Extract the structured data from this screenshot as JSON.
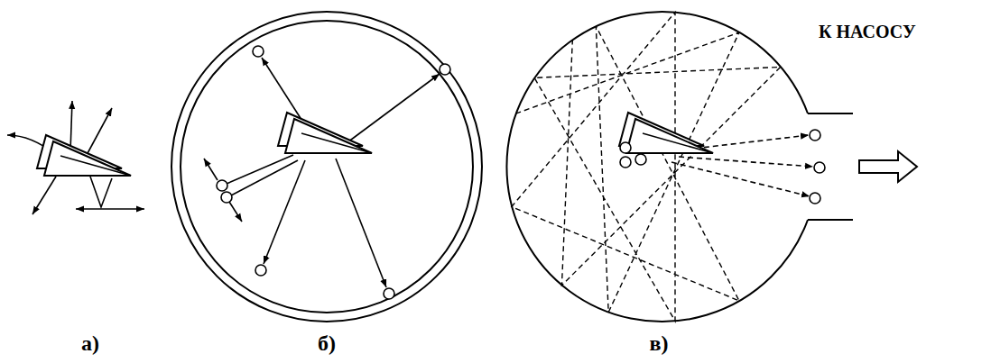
{
  "diagram": {
    "labels": [
      "а)",
      "б)",
      "в)",
      "К НАСОСУ"
    ]
  }
}
